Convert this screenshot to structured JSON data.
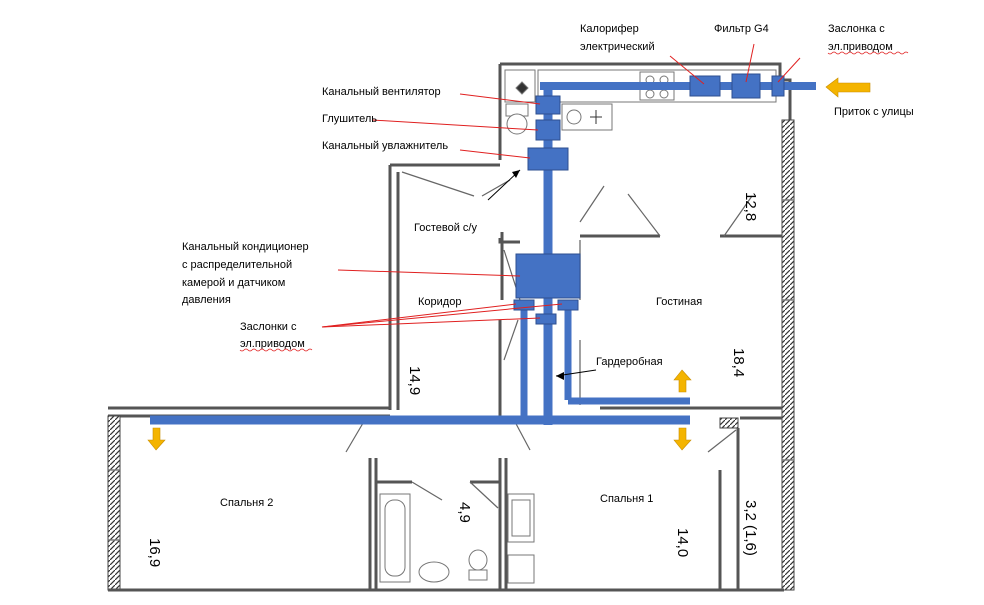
{
  "labels": {
    "heater": [
      "Калорифер",
      "электрический"
    ],
    "filter": "Фильтр G4",
    "damper_intake": [
      "Заслонка с",
      "эл.приводом"
    ],
    "supply": "Приток с улицы",
    "fan": "Канальный вентилятор",
    "silencer": "Глушитель",
    "humidifier": "Канальный увлажнитель",
    "guest_wc": "Гостевой с/у",
    "conditioner": [
      "Канальный кондиционер",
      "с распределительной",
      "камерой и датчиком",
      "давления"
    ],
    "corridor": "Коридор",
    "living": "Гостиная",
    "dampers": [
      "Заслонки с",
      "эл.приводом"
    ],
    "wardrobe": "Гардеробная",
    "bedroom2": "Спальня 2",
    "bedroom1": "Спальня 1"
  },
  "areas": {
    "kitchen": "12,8",
    "living": "18,4",
    "corridor": "14,9",
    "bathroom": "4,9",
    "bedroom2": "16,9",
    "bedroom1": "14,0",
    "balcony": "3,2 (1,6)"
  },
  "colors": {
    "duct": "#4472c4",
    "pointer": "#e02020",
    "airflow_arrow": "#f4b400"
  },
  "icons": [
    "airflow-arrow-icon",
    "bathtub-icon",
    "toilet-icon",
    "sink-icon",
    "stove-icon"
  ]
}
